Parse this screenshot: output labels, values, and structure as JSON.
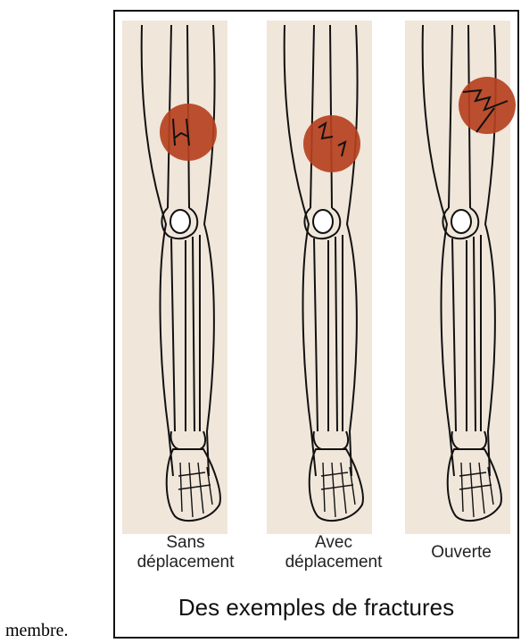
{
  "trailing_text": "membre.",
  "figure": {
    "caption": "Des exemples de fractures",
    "colors": {
      "fracture_zone": "#b5411f",
      "paper": "#f0e6da",
      "ink": "#111111"
    },
    "legs": [
      {
        "line1": "Sans",
        "line2": "déplacement"
      },
      {
        "line1": "Avec",
        "line2": "déplacement"
      },
      {
        "line1": "Ouverte",
        "line2": ""
      }
    ]
  }
}
